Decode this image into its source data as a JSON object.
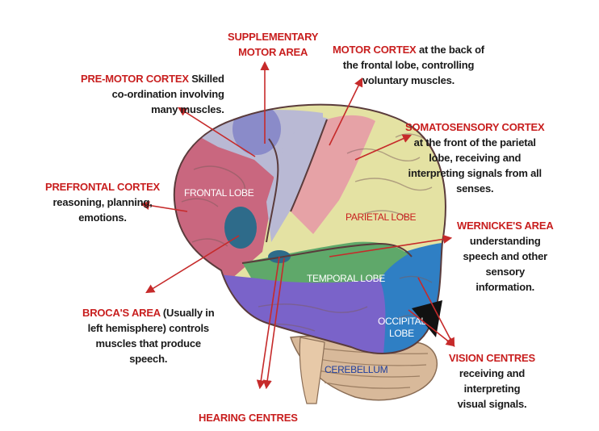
{
  "lobes": {
    "frontal": "FRONTAL LOBE",
    "parietal": "PARIETAL LOBE",
    "temporal": "TEMPORAL LOBE",
    "occipital_1": "OCCIPITAL",
    "occipital_2": "LOBE",
    "cerebellum": "CEREBELLUM"
  },
  "labels": {
    "supplementary": {
      "title_1": "SUPPLEMENTARY",
      "title_2": "MOTOR AREA"
    },
    "motor": {
      "title": "MOTOR CORTEX",
      "text_1": " at the back of",
      "text_2": "the frontal lobe, controlling",
      "text_3": "voluntary muscles."
    },
    "premotor": {
      "title": "PRE-MOTOR CORTEX",
      "text_1": " Skilled",
      "text_2": "co-ordination involving",
      "text_3": "many muscles."
    },
    "somatosensory": {
      "title": "SOMATOSENSORY CORTEX",
      "text_1": "at the front of the parietal",
      "text_2": "lobe, receiving and",
      "text_3": "interpreting signals from all",
      "text_4": "senses."
    },
    "prefrontal": {
      "title": "PREFRONTAL CORTEX",
      "text_1": "reasoning, planning,",
      "text_2": "emotions."
    },
    "wernicke": {
      "title": "WERNICKE'S AREA",
      "text_1": "understanding",
      "text_2": "speech and other",
      "text_3": "sensory",
      "text_4": "information."
    },
    "broca": {
      "title": "BROCA'S AREA",
      "text_1": " (Usually in",
      "text_2": "left hemisphere) controls",
      "text_3": "muscles that produce",
      "text_4": "speech."
    },
    "vision": {
      "title": "VISION CENTRES",
      "text_1": "receiving and",
      "text_2": "interpreting",
      "text_3": "visual signals."
    },
    "hearing": {
      "title": "HEARING CENTRES"
    }
  },
  "colors": {
    "arrow": "#c62a2a",
    "label_title": "#c81e1e",
    "frontal": "#c9677f",
    "motor_strip": "#e6a2a6",
    "parietal": "#e4e2a3",
    "temporal": "#5fa86a",
    "lower_temporal": "#7a63c9",
    "occipital": "#2f7fc4",
    "premotor": "#b9b9d4",
    "cerebellum": "#d8b99a"
  }
}
